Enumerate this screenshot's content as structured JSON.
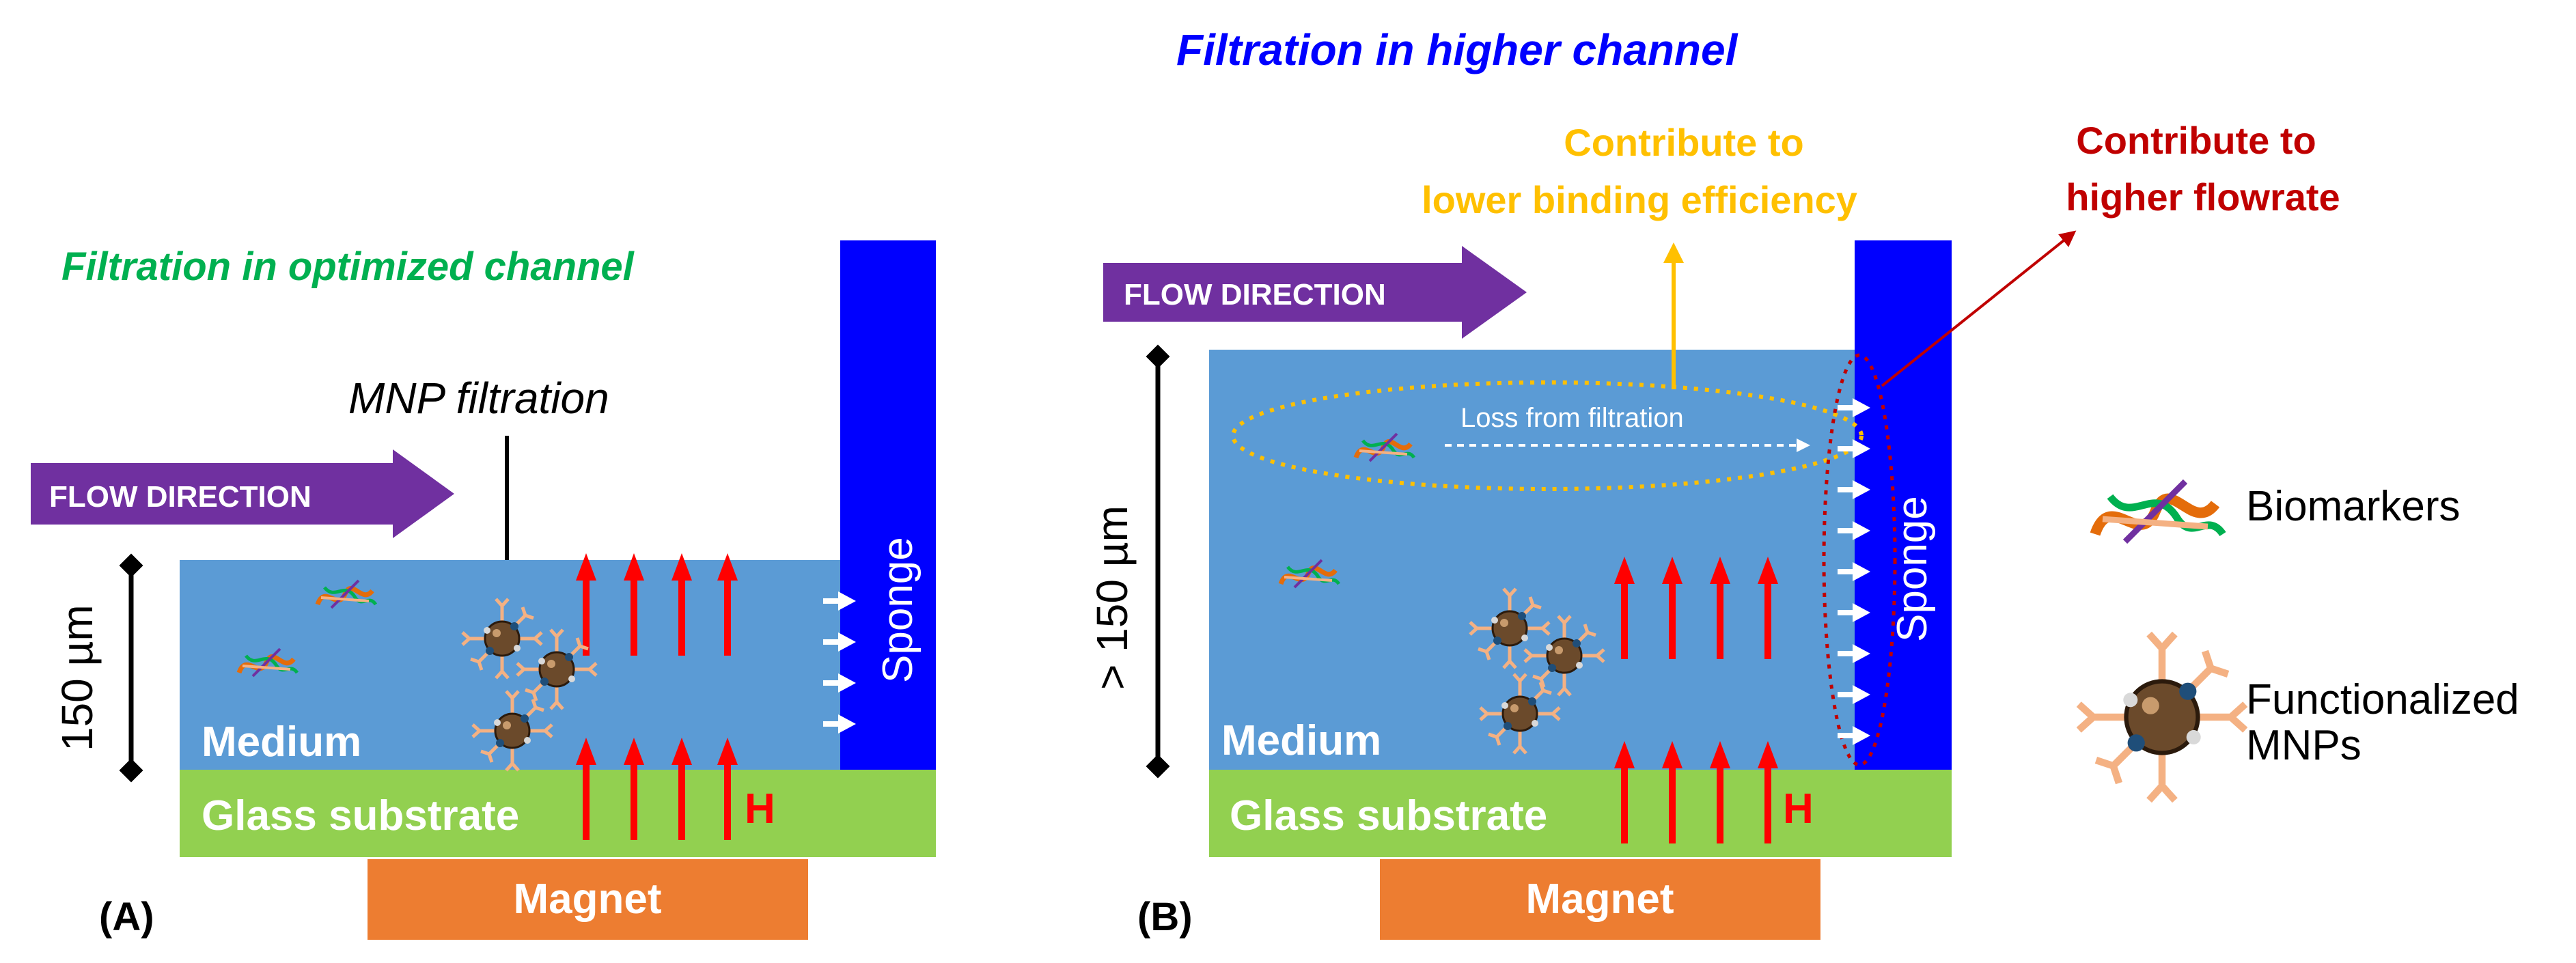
{
  "panel_a": {
    "title": "Filtration in optimized channel",
    "flow_label": "FLOW DIRECTION",
    "filtration_label": "MNP filtration",
    "height_label": "150 µm",
    "medium_label": "Medium",
    "substrate_label": "Glass substrate",
    "field_label": "H",
    "sponge_label": "Sponge",
    "magnet_label": "Magnet",
    "panel_tag": "(A)"
  },
  "panel_b": {
    "title": "Filtration in higher channel",
    "flow_label": "FLOW DIRECTION",
    "binding_note_line1": "Contribute to",
    "binding_note_line2": "lower binding efficiency",
    "flowrate_note_line1": "Contribute to",
    "flowrate_note_line2": "higher flowrate",
    "loss_label": "Loss from filtration",
    "height_label": "> 150 µm",
    "medium_label": "Medium",
    "substrate_label": "Glass substrate",
    "field_label": "H",
    "sponge_label": "Sponge",
    "magnet_label": "Magnet",
    "panel_tag": "(B)"
  },
  "legend": {
    "biomarkers_label": "Biomarkers",
    "mnp_line1": "Functionalized",
    "mnp_line2": "MNPs"
  },
  "colors": {
    "medium": "#5b9bd5",
    "substrate": "#92d050",
    "sponge": "#0000ff",
    "magnet": "#ed7d31",
    "flow_arrow": "#7030a0",
    "field_arrow": "#ff0000",
    "title_a": "#00b050",
    "title_b": "#0000ff",
    "note_binding": "#ffc000",
    "note_flowrate": "#c00000"
  }
}
